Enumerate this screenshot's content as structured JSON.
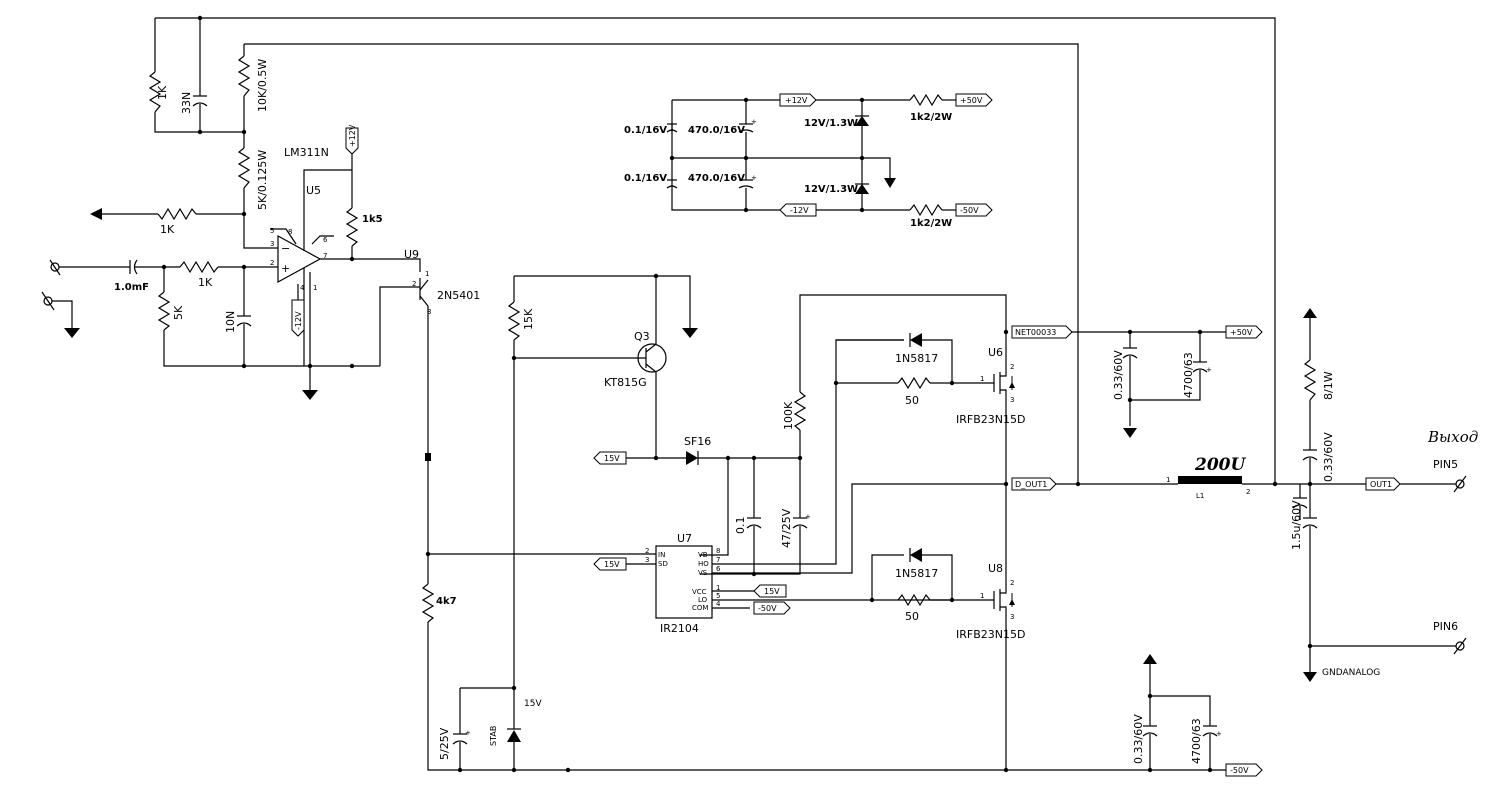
{
  "components": {
    "u5": {
      "ref": "U5",
      "part": "LM311N"
    },
    "u9": {
      "ref": "U9",
      "part": "2N5401"
    },
    "q3": {
      "ref": "Q3",
      "part": "KT815G"
    },
    "u7": {
      "ref": "U7",
      "part": "IR2104"
    },
    "u6": {
      "ref": "U6",
      "part": "IRFB23N15D"
    },
    "u8": {
      "ref": "U8",
      "part": "IRFB23N15D"
    },
    "l1": {
      "ref": "L1",
      "value": "200U"
    },
    "d_sf16": "SF16",
    "d_1n5817_top": "1N5817",
    "d_1n5817_bot": "1N5817",
    "d_stab": "STAB",
    "d_stab_v": "15V",
    "d_z1": "12V/1.3W",
    "d_z2": "12V/1.3W"
  },
  "values": {
    "r_1k_fb": "1K",
    "c_33n": "33N",
    "r_10k": "10K/0.5W",
    "r_5k": "5K/0.125W",
    "r_1k_left": "1K",
    "r_1k5": "1k5",
    "c_1mf": "1.0mF",
    "r_1k_in": "1K",
    "r_5k_gnd": "5K",
    "c_10n": "10N",
    "r_15k": "15K",
    "r_100k": "100K",
    "r_4k7": "4k7",
    "r_50_top": "50",
    "r_50_bot": "50",
    "c_01": "0.1",
    "c_47": "47/25V",
    "c_5_25": "5/25V",
    "c_033_top": "0.33/60V",
    "c_4700_top": "4700/63",
    "c_033_bot": "0.33/60V",
    "c_4700_bot": "4700/63",
    "r_8w": "8/1W",
    "c_033_out": "0.33/60V",
    "c_15u": "1.5u/60V",
    "ps_c1": "0.1/16V",
    "ps_c2": "470.0/16V",
    "ps_c3": "0.1/16V",
    "ps_c4": "470.0/16V",
    "ps_r1": "1k2/2W",
    "ps_r2": "1k2/2W"
  },
  "flags": {
    "p12_u5": "+12V",
    "m12_u5": "-12V",
    "p15_sf16": "15V",
    "p15_sd": "15V",
    "p15_vcc": "15V",
    "m50_com": "-50V",
    "net00033": "NET00033",
    "p50_top": "+50V",
    "d_out1": "D_OUT1",
    "out1": "OUT1",
    "m50_bot": "-50V",
    "ps_p12": "+12V",
    "ps_p50": "+50V",
    "ps_m12": "-12V",
    "ps_m50": "-50V"
  },
  "ic_pins": {
    "in": "IN",
    "sd": "SD",
    "vb": "VB",
    "ho": "HO",
    "vs": "VS",
    "vcc": "VCC",
    "lo": "LO",
    "com": "COM"
  },
  "outputs": {
    "title": "Выход",
    "pin5": "PIN5",
    "pin6": "PIN6",
    "gnd": "GNDANALOG"
  }
}
